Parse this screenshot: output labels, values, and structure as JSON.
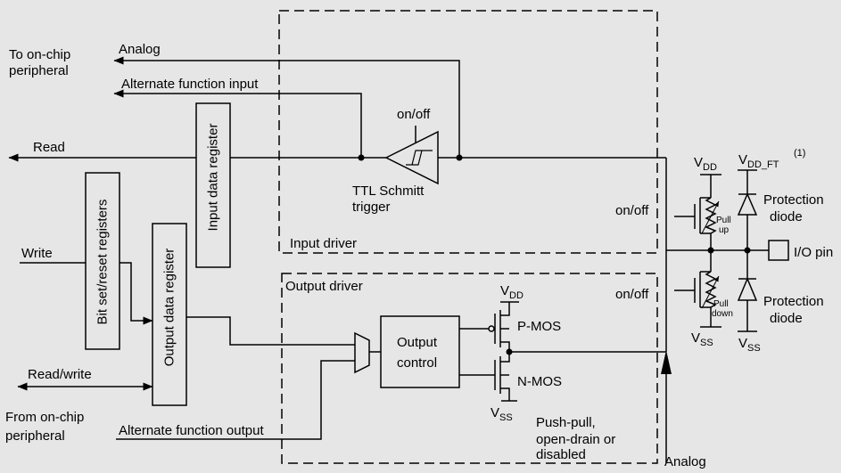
{
  "colors": {
    "background": "#e6e6e6",
    "ink": "#000000"
  },
  "peripheral_side": {
    "to_peripheral": [
      "To on-chip",
      "peripheral"
    ],
    "from_peripheral": [
      "From on-chip",
      "peripheral"
    ],
    "analog": "Analog",
    "alternate_function_input": "Alternate function input",
    "read": "Read",
    "write": "Write",
    "read_write": "Read/write",
    "alternate_function_output": "Alternate function output"
  },
  "registers": {
    "bit_set_reset": "Bit set/reset registers",
    "output_data": "Output data register",
    "input_data": "Input data register"
  },
  "input_driver": {
    "label": "Input driver",
    "schmitt_enable": "on/off",
    "schmitt_label": [
      "TTL Schmitt",
      "trigger"
    ]
  },
  "output_driver": {
    "label": "Output driver",
    "control": [
      "Output",
      "control"
    ],
    "pmos": "P-MOS",
    "nmos": "N-MOS",
    "vdd": {
      "main": "V",
      "sub": "DD"
    },
    "vss": {
      "main": "V",
      "sub": "SS"
    },
    "modes": [
      "Push-pull,",
      "open-drain or",
      "disabled"
    ]
  },
  "io_pad": {
    "pull_up_switch": "on/off",
    "pull_down_switch": "on/off",
    "pull_up": [
      "Pull",
      "up"
    ],
    "pull_down": [
      "Pull",
      "down"
    ],
    "vdd": {
      "main": "V",
      "sub": "DD"
    },
    "vdd_ft": {
      "main": "V",
      "sub": "DD_FT",
      "note": "(1)"
    },
    "vss_pull": {
      "main": "V",
      "sub": "SS"
    },
    "vss_diode": {
      "main": "V",
      "sub": "SS"
    },
    "upper_diode": [
      "Protection",
      "diode"
    ],
    "lower_diode": [
      "Protection",
      "diode"
    ],
    "pin": "I/O pin",
    "analog": "Analog"
  }
}
